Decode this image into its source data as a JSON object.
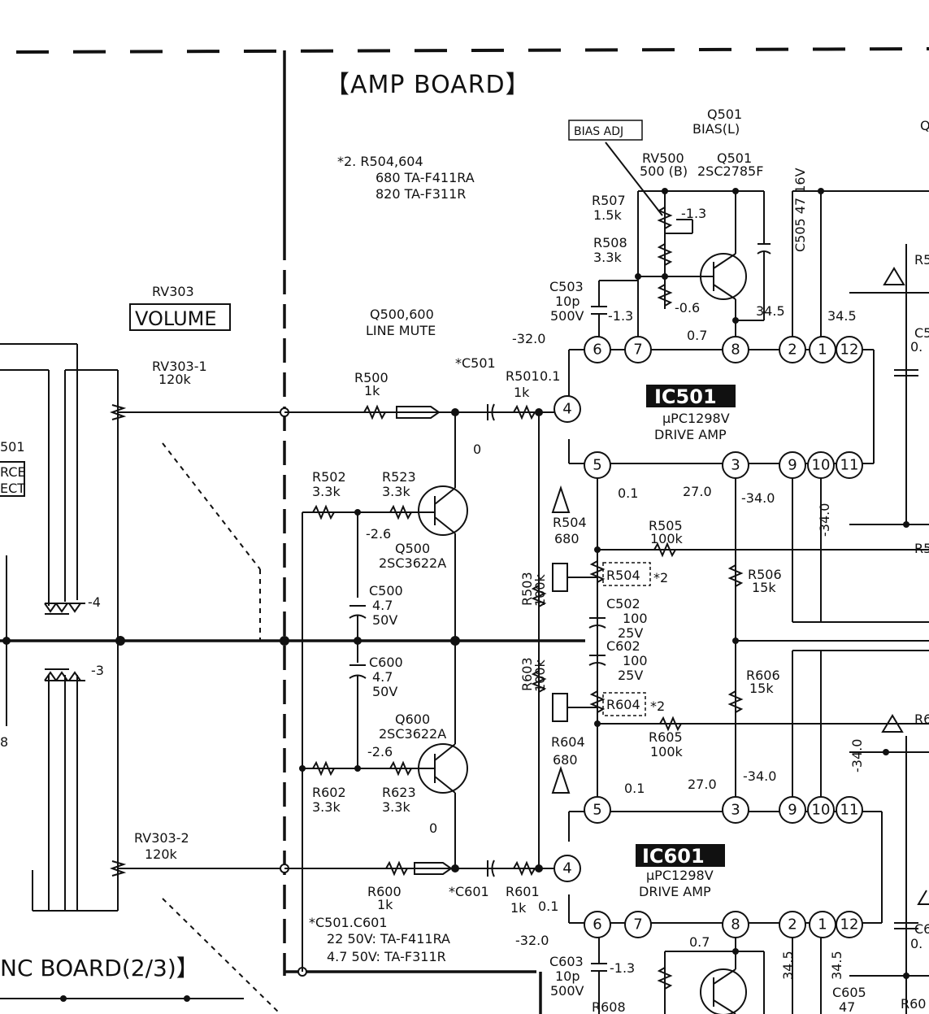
{
  "title": "【AMP BOARD】",
  "bottom_board": "NC BOARD(2/3)】",
  "note_r504": [
    "*2. R504,604",
    "680 TA-F411RA",
    "820 TA-F311R"
  ],
  "note_c501": [
    "*C501.C601",
    "22 50V: TA-F411RA",
    "4.7 50V: TA-F311R"
  ],
  "volume": {
    "ref": "RV303",
    "label": "VOLUME",
    "rv1": "RV303-1",
    "rv1_val": "120k",
    "rv2": "RV303-2",
    "rv2_val": "120k"
  },
  "line_mute": [
    "Q500,600",
    "LINE MUTE"
  ],
  "bias": {
    "adj": "BIAS ADJ",
    "q_ref": "Q501",
    "q_desc": "BIAS(L)",
    "rv": "RV500",
    "rv_val": "500 (B)",
    "q2_ref": "Q501",
    "q2_part": "2SC2785F"
  },
  "ic501": {
    "name": "IC501",
    "part": "μPC1298V",
    "desc": "DRIVE AMP"
  },
  "ic601": {
    "name": "IC601",
    "part": "μPC1298V",
    "desc": "DRIVE AMP"
  },
  "components": {
    "r500": [
      "R500",
      "1k"
    ],
    "c501": "*C501",
    "r501": [
      "R501",
      "1k"
    ],
    "r502": [
      "R502",
      "3.3k"
    ],
    "r523": [
      "R523",
      "3.3k"
    ],
    "q500": [
      "Q500",
      "2SC3622A"
    ],
    "c500": [
      "C500",
      "4.7",
      "50V"
    ],
    "c600": [
      "C600",
      "4.7",
      "50V"
    ],
    "q600": [
      "Q600",
      "2SC3622A"
    ],
    "r602": [
      "R602",
      "3.3k"
    ],
    "r623": [
      "R623",
      "3.3k"
    ],
    "r600": [
      "R600",
      "1k"
    ],
    "c601": "*C601",
    "r601": [
      "R601",
      "1k"
    ],
    "r503": [
      "R503",
      "100k"
    ],
    "r603": [
      "R603",
      "100k"
    ],
    "r504": [
      "R504",
      "680"
    ],
    "r504b": "R504",
    "r604": [
      "R604",
      "680"
    ],
    "r604b": "R604",
    "star2": "*2",
    "r505": [
      "R505",
      "100k"
    ],
    "r506": [
      "R506",
      "15k"
    ],
    "r605": [
      "R605",
      "100k"
    ],
    "r606": [
      "R606",
      "15k"
    ],
    "c502": [
      "C502",
      "100",
      "25V"
    ],
    "c602": [
      "C602",
      "100",
      "25V"
    ],
    "c503": [
      "C503",
      "10p",
      "500V"
    ],
    "c603": [
      "C603",
      "10p",
      "500V"
    ],
    "r507": [
      "R507",
      "1.5k"
    ],
    "r508": [
      "R508",
      "3.3k"
    ],
    "r608": "R608",
    "c505": "C505 47 16V",
    "c605": [
      "C605",
      "47"
    ]
  },
  "voltages": {
    "v_m32": "-32.0",
    "v_m13": "-1.3",
    "v_m13b": "-1.3",
    "v_m06": "-0.6",
    "v_07": "0.7",
    "v_345": "34.5",
    "v_345b": "34.5",
    "v_01": "0.1",
    "v_01b": "0.1",
    "v_270": "27.0",
    "v_m340": "-34.0",
    "v_m340v": "-34.0",
    "v_0": "0",
    "v_m26": "-2.6",
    "v_m26b": "-2.6",
    "v_0b": "0",
    "v_01c": "0.1",
    "v_01d": "0.1",
    "v_270b": "27.0",
    "v_m340b": "-34.0",
    "v_m340c": "-34.0",
    "v_m32b": "-32.0",
    "v_07b": "0.7",
    "v_345c": "34.5",
    "v_345d": "34.5",
    "v_m4": "-4",
    "v_m3": "-3"
  },
  "left_fragments": {
    "src_ref": "501",
    "src1": "RCE",
    "src2": "ECT",
    "frag8": "8"
  },
  "right_fragments": [
    "Q",
    "R5",
    "C5",
    "0.",
    "R5",
    "R6",
    "C6",
    "0.",
    "R60"
  ],
  "pins_501_top": [
    "6",
    "7",
    "8",
    "2",
    "1",
    "12"
  ],
  "pins_501_bot": [
    "5",
    "3",
    "9",
    "10",
    "11"
  ],
  "pin_501_in": "4",
  "pins_601_top": [
    "5",
    "3",
    "9",
    "10",
    "11"
  ],
  "pins_601_bot": [
    "6",
    "7",
    "8",
    "2",
    "1",
    "12"
  ],
  "pin_601_in": "4"
}
